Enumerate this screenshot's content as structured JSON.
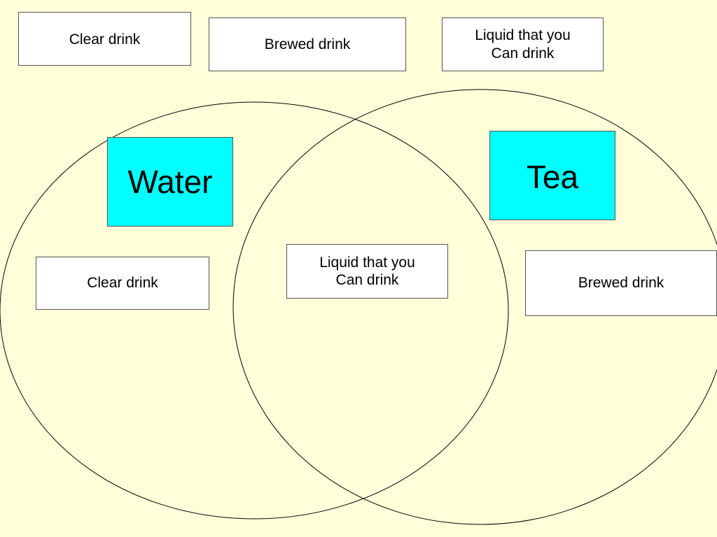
{
  "top_row": [
    {
      "text": "Clear drink"
    },
    {
      "text": "Brewed drink"
    },
    {
      "text": "Liquid that you\nCan drink"
    }
  ],
  "sets": {
    "left": {
      "title": "Water",
      "trait": "Clear drink"
    },
    "right": {
      "title": "Tea",
      "trait": "Brewed drink"
    },
    "overlap": {
      "trait": "Liquid that you\nCan drink"
    }
  },
  "colors": {
    "background": "#ffffd9",
    "title_fill": "#00ffff",
    "box_fill": "#ffffff",
    "outline": "#000000"
  }
}
